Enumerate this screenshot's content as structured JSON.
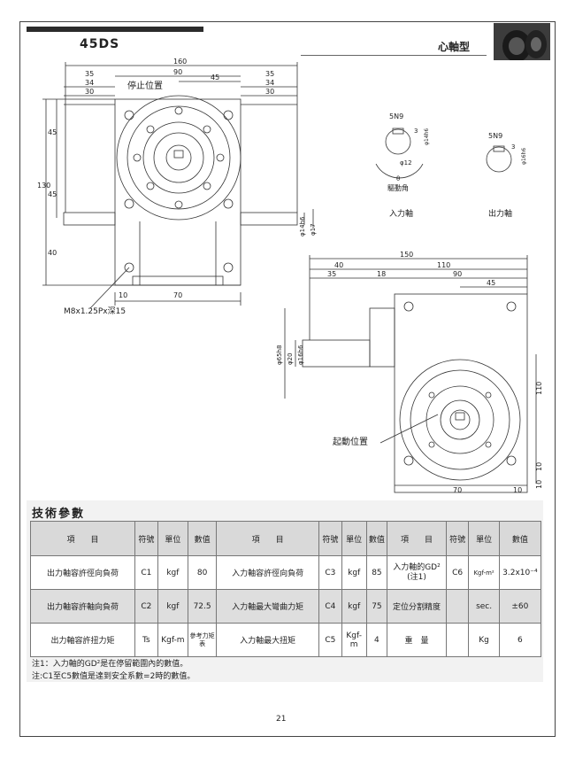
{
  "header": {
    "model": "45DS",
    "type": "心軸型"
  },
  "drawing": {
    "dims_top": {
      "overall": "160",
      "center": "90",
      "left_35": "35",
      "left_34": "34",
      "left_30": "30",
      "right_35": "35",
      "right_34": "34",
      "right_30": "30",
      "center_45": "45"
    },
    "labels": {
      "stop_position": "停止位置",
      "start_position": "起動位置",
      "thread_note": "M8x1.25Px深15",
      "drive_angle": "驅動角",
      "input_shaft": "入力軸",
      "output_shaft": "出力軸"
    },
    "dims_left": {
      "v45a": "45",
      "v130": "130",
      "v45b": "45",
      "v40": "40"
    },
    "dims_front": {
      "d14": "φ14h6",
      "d17": "φ17",
      "b10": "10",
      "b70": "70"
    },
    "input_detail": {
      "key": "5N9",
      "depth": "3",
      "shaft": "φ14h6",
      "pitch": "φ12",
      "theta": "θ"
    },
    "output_detail": {
      "key": "5N9",
      "depth": "3",
      "shaft": "φ16h6"
    },
    "dims_side": {
      "overall": "150",
      "d40": "40",
      "d110": "110",
      "d35": "35",
      "d18": "18",
      "d90": "90",
      "d45": "45",
      "d65": "φ65h8",
      "d20": "φ20",
      "d16": "φ16h6",
      "v110": "110",
      "v10a": "10",
      "v10b": "10",
      "b70": "70",
      "b10": "10"
    }
  },
  "specs": {
    "title": "技術參數",
    "headers": {
      "item": "項　　目",
      "symbol": "符號",
      "unit": "單位",
      "value": "數值"
    },
    "rows": [
      [
        {
          "item": "出力軸容許徑向負荷",
          "symbol": "C1",
          "unit": "kgf",
          "value": "80"
        },
        {
          "item": "入力軸容許徑向負荷",
          "symbol": "C3",
          "unit": "kgf",
          "value": "85"
        },
        {
          "item": "入力軸的GD²\n(注1)",
          "symbol": "C6",
          "unit": "Kgf-m²",
          "value": "3.2x10⁻⁴"
        }
      ],
      [
        {
          "item": "出力軸容許軸向負荷",
          "symbol": "C2",
          "unit": "kgf",
          "value": "72.5"
        },
        {
          "item": "入力軸最大彎曲力矩",
          "symbol": "C4",
          "unit": "kgf",
          "value": "75"
        },
        {
          "item": "定位分割精度",
          "symbol": "",
          "unit": "sec.",
          "value": "±60"
        }
      ],
      [
        {
          "item": "出力軸容許扭力矩",
          "symbol": "Ts",
          "unit": "Kgf-m",
          "value": "參考力矩表"
        },
        {
          "item": "入力軸最大扭矩",
          "symbol": "C5",
          "unit": "Kgf-m",
          "value": "4"
        },
        {
          "item": "重　量",
          "symbol": "",
          "unit": "Kg",
          "value": "6"
        }
      ]
    ],
    "notes": [
      "注1：入力軸的GD²是在停留範圍內的數值。",
      "注:C1至C5數值是達到安全系數=2時的數值。"
    ]
  },
  "footer": {
    "page_number": "21"
  }
}
